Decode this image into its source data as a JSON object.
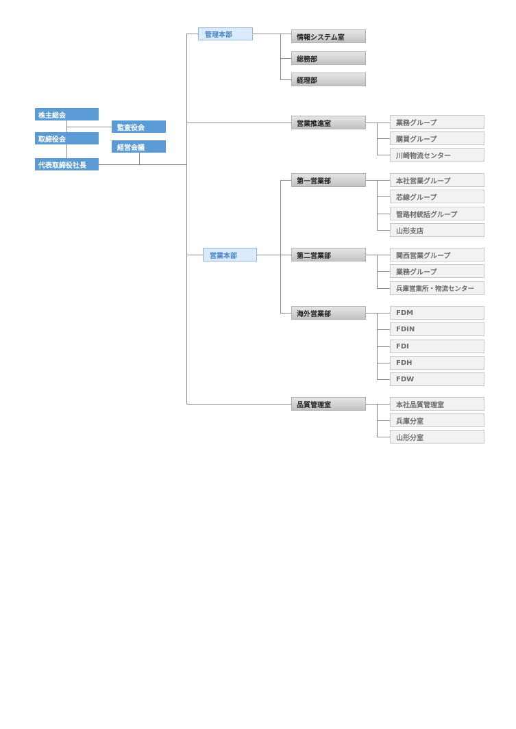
{
  "executive": {
    "shareholders": "株主総会",
    "board": "取締役会",
    "ceo": "代表取締役社長",
    "audit": "監査役会",
    "management": "経営会議"
  },
  "headquarters": {
    "admin": "管理本部",
    "sales": "営業本部"
  },
  "departments": {
    "info_systems": "情報システム室",
    "general_affairs": "総務部",
    "accounting": "経理部",
    "sales_promotion": "営業推進室",
    "sales1": "第一営業部",
    "sales2": "第二営業部",
    "overseas": "海外営業部",
    "quality": "品質管理室"
  },
  "groups": {
    "sales_promotion": [
      "業務グループ",
      "購買グループ",
      "川崎物流センター"
    ],
    "sales1": [
      "本社営業グループ",
      "芯線グループ",
      "管路材統括グループ",
      "山形支店"
    ],
    "sales2": [
      "関西営業グループ",
      "業務グループ",
      "兵庫営業所・物流センター"
    ],
    "overseas": [
      "FDM",
      "FDIN",
      "FDI",
      "FDH",
      "FDW"
    ],
    "quality": [
      "本社品質管理室",
      "兵庫分室",
      "山形分室"
    ]
  }
}
